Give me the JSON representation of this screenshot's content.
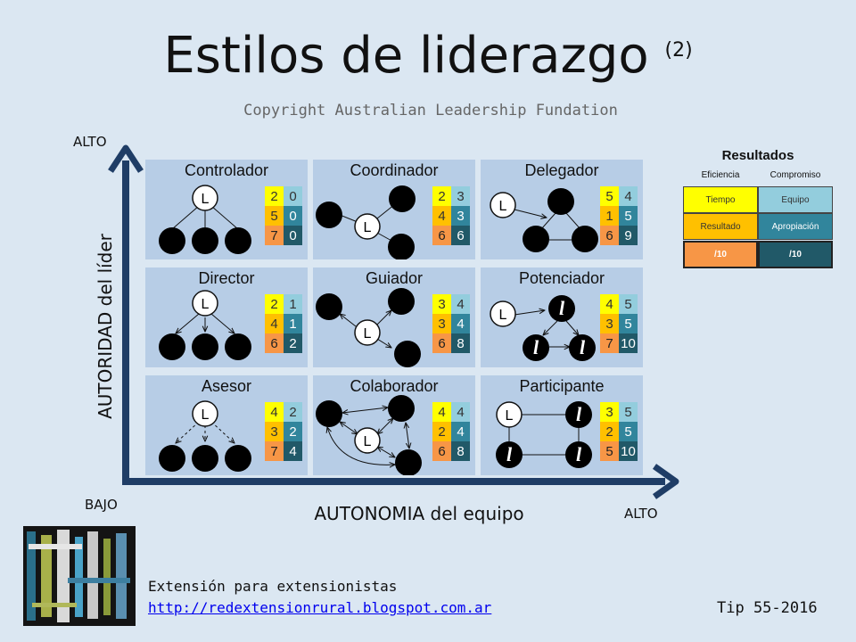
{
  "header": {
    "title": "Estilos de liderazgo",
    "title_suffix": "(2)",
    "copyright": "Copyright Australian Leadership Fundation"
  },
  "axes": {
    "y_high": "ALTO",
    "y_low": "BAJO",
    "y_title": "AUTORIDAD del líder",
    "x_title": "AUTONOMIA del equipo",
    "x_high": "ALTO"
  },
  "styles": [
    {
      "name": "Controlador",
      "values": [
        [
          2,
          0
        ],
        [
          5,
          0
        ],
        [
          7,
          0
        ]
      ]
    },
    {
      "name": "Coordinador",
      "values": [
        [
          2,
          3
        ],
        [
          4,
          3
        ],
        [
          6,
          6
        ]
      ]
    },
    {
      "name": "Delegador",
      "values": [
        [
          5,
          4
        ],
        [
          1,
          5
        ],
        [
          6,
          9
        ]
      ]
    },
    {
      "name": "Director",
      "values": [
        [
          2,
          1
        ],
        [
          4,
          1
        ],
        [
          6,
          2
        ]
      ]
    },
    {
      "name": "Guiador",
      "values": [
        [
          3,
          4
        ],
        [
          3,
          4
        ],
        [
          6,
          8
        ]
      ]
    },
    {
      "name": "Potenciador",
      "values": [
        [
          4,
          5
        ],
        [
          3,
          5
        ],
        [
          7,
          10
        ]
      ]
    },
    {
      "name": "Asesor",
      "values": [
        [
          4,
          2
        ],
        [
          3,
          2
        ],
        [
          7,
          4
        ]
      ]
    },
    {
      "name": "Colaborador",
      "values": [
        [
          4,
          4
        ],
        [
          2,
          4
        ],
        [
          6,
          8
        ]
      ]
    },
    {
      "name": "Participante",
      "values": [
        [
          3,
          5
        ],
        [
          2,
          5
        ],
        [
          5,
          10
        ]
      ]
    }
  ],
  "node_labels": {
    "leader": "L",
    "member": "l"
  },
  "results": {
    "title": "Resultados",
    "col1": "Eficiencia",
    "col2": "Compromiso",
    "row1_left": "Tiempo",
    "row1_right": "Equipo",
    "row2_left": "Resultado",
    "row2_right": "Apropiación",
    "total_left": "/10",
    "total_right": "/10"
  },
  "colors": {
    "background": "#dbe7f2",
    "cell": "#b7cde6",
    "axis": "#1f3d66",
    "yellow": "#ffff00",
    "amber": "#ffc000",
    "orange": "#f79646",
    "light_blue": "#93cddd",
    "teal": "#31859c",
    "dark_teal": "#215968"
  },
  "footer": {
    "text": "Extensión para extensionistas",
    "link": "http://redextensionrural.blogspot.com.ar",
    "tip": "Tip 55-2016"
  }
}
